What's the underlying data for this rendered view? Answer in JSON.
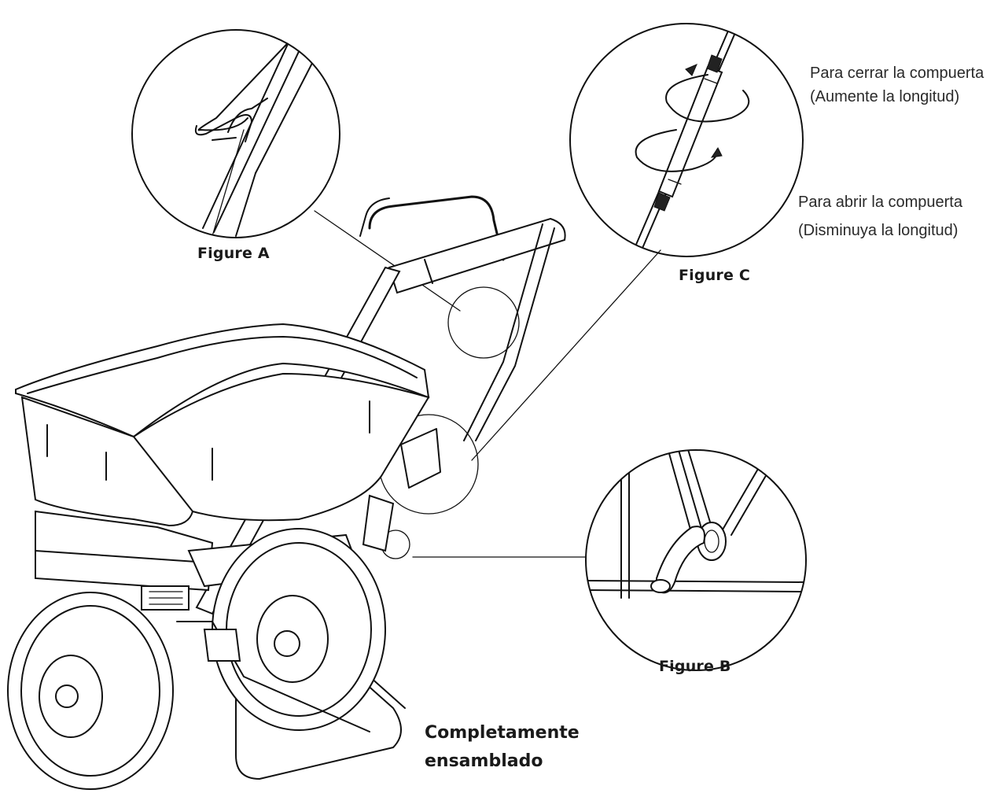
{
  "labels": {
    "figure_a": "Figure A",
    "figure_b": "Figure B",
    "figure_c": "Figure C",
    "close_gate_line1": "Para cerrar la compuerta",
    "close_gate_line2": "(Aumente la longitud)",
    "open_gate_line1": "Para abrir la compuerta",
    "open_gate_line2": "(Disminuya la longitud)",
    "assembled_line1": "Completamente",
    "assembled_line2": "ensamblado"
  },
  "icons": {
    "callout_a": "zoom-detail-hook-icon",
    "callout_b": "zoom-detail-rod-end-icon",
    "callout_c": "zoom-detail-turnbuckle-icon",
    "rotation_arrows": "rotate-arrows-icon"
  },
  "colors": {
    "line": "#111111",
    "background": "#ffffff"
  }
}
